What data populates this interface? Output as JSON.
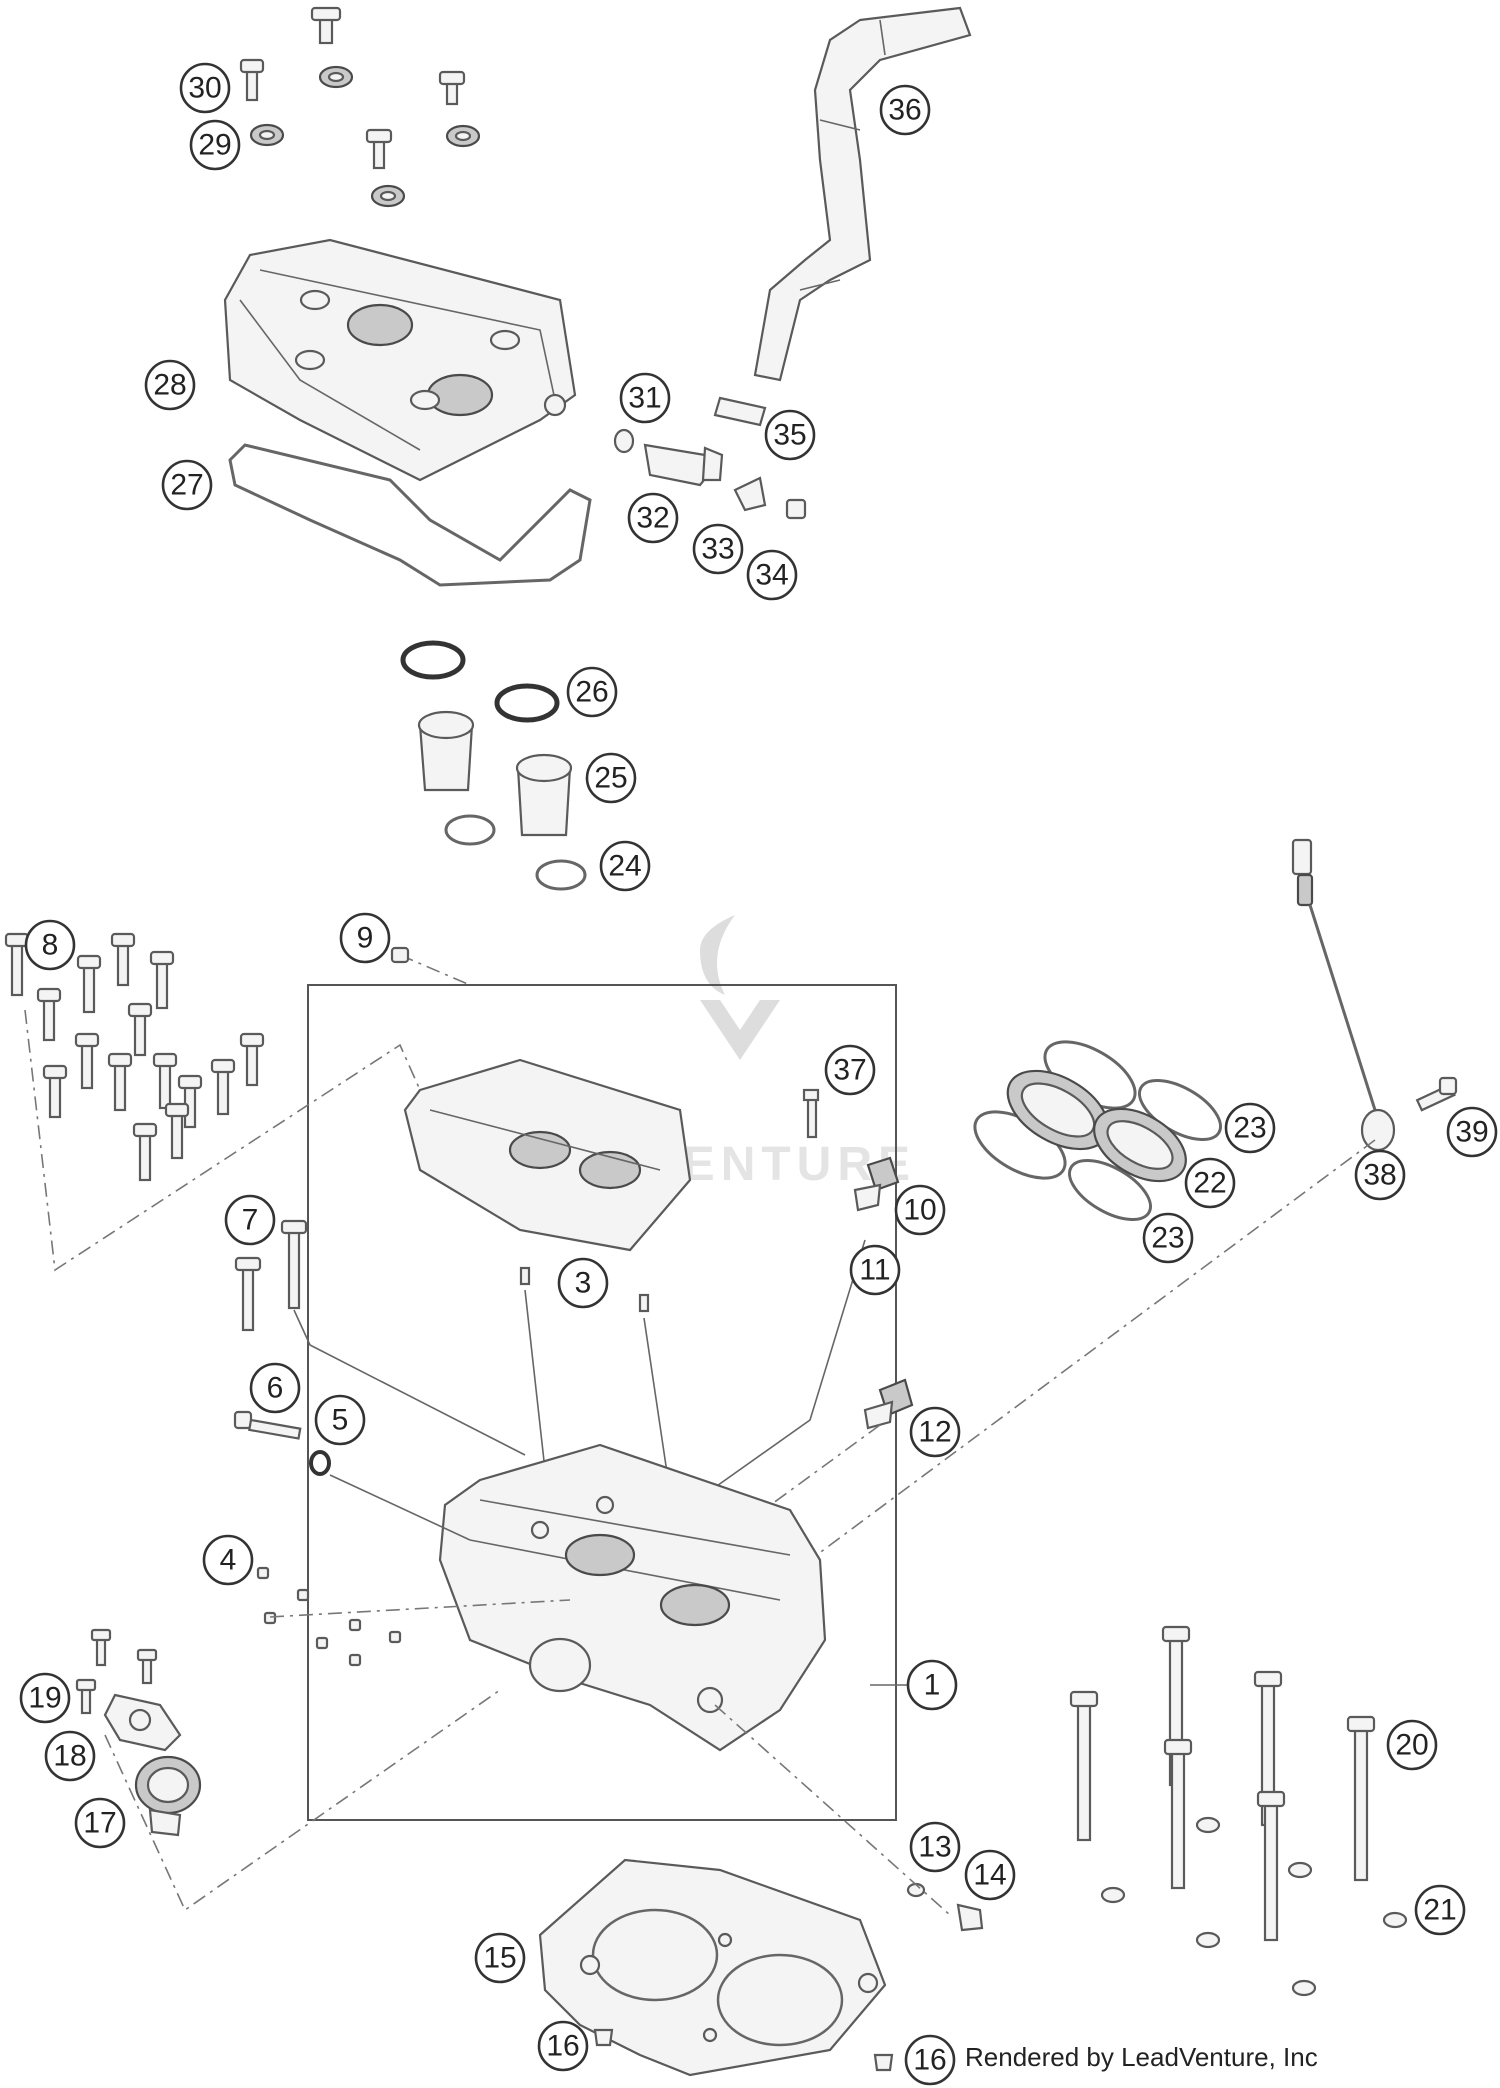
{
  "watermark": {
    "brand": "LEADVENTURE"
  },
  "footer": {
    "credit": "Rendered by LeadVenture, Inc"
  },
  "callouts": [
    {
      "id": "30",
      "label": "30"
    },
    {
      "id": "29",
      "label": "29"
    },
    {
      "id": "36",
      "label": "36"
    },
    {
      "id": "28",
      "label": "28"
    },
    {
      "id": "27",
      "label": "27"
    },
    {
      "id": "31",
      "label": "31"
    },
    {
      "id": "35",
      "label": "35"
    },
    {
      "id": "32",
      "label": "32"
    },
    {
      "id": "33",
      "label": "33"
    },
    {
      "id": "34",
      "label": "34"
    },
    {
      "id": "26",
      "label": "26"
    },
    {
      "id": "25",
      "label": "25"
    },
    {
      "id": "24",
      "label": "24"
    },
    {
      "id": "8",
      "label": "8"
    },
    {
      "id": "9",
      "label": "9"
    },
    {
      "id": "37",
      "label": "37"
    },
    {
      "id": "23a",
      "label": "23"
    },
    {
      "id": "22",
      "label": "22"
    },
    {
      "id": "23b",
      "label": "23"
    },
    {
      "id": "39",
      "label": "39"
    },
    {
      "id": "38",
      "label": "38"
    },
    {
      "id": "10",
      "label": "10"
    },
    {
      "id": "11",
      "label": "11"
    },
    {
      "id": "7",
      "label": "7"
    },
    {
      "id": "3",
      "label": "3"
    },
    {
      "id": "6",
      "label": "6"
    },
    {
      "id": "5",
      "label": "5"
    },
    {
      "id": "12",
      "label": "12"
    },
    {
      "id": "4",
      "label": "4"
    },
    {
      "id": "1",
      "label": "1"
    },
    {
      "id": "19",
      "label": "19"
    },
    {
      "id": "18",
      "label": "18"
    },
    {
      "id": "17",
      "label": "17"
    },
    {
      "id": "20",
      "label": "20"
    },
    {
      "id": "13",
      "label": "13"
    },
    {
      "id": "14",
      "label": "14"
    },
    {
      "id": "21",
      "label": "21"
    },
    {
      "id": "15",
      "label": "15"
    },
    {
      "id": "16a",
      "label": "16"
    },
    {
      "id": "16b",
      "label": "16"
    }
  ]
}
